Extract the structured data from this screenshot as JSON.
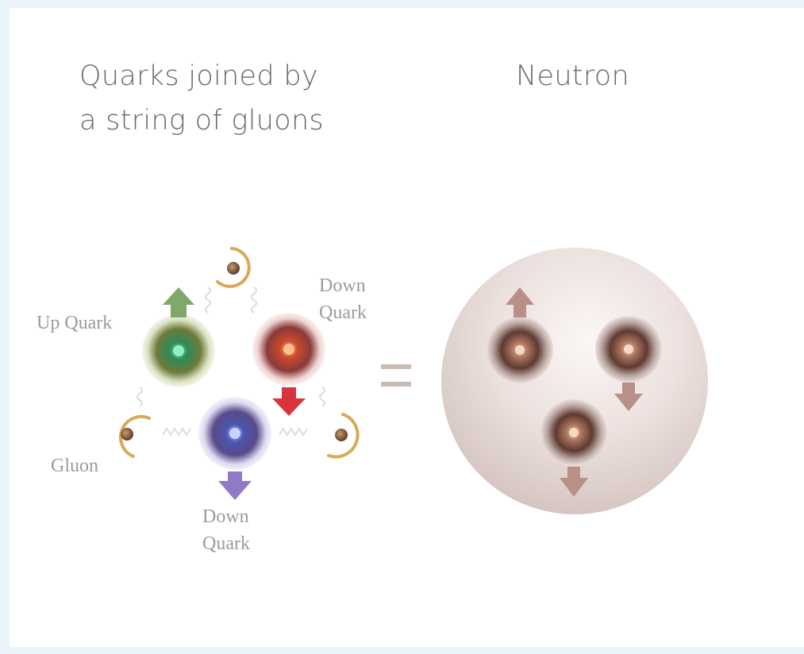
{
  "title_left": {
    "line1": "Quarks joined by",
    "line2": "a string of gluons"
  },
  "title_right": "Neutron",
  "labels": {
    "up_quark": "Up Quark",
    "down_quark_right": {
      "line1": "Down",
      "line2": "Quark"
    },
    "gluon": "Gluon",
    "down_quark_bottom": {
      "line1": "Down",
      "line2": "Quark"
    }
  },
  "symbol_equals": "=",
  "colors": {
    "background": "#e9f4fb",
    "panel": "#ffffff",
    "title_text": "#6b6b6b",
    "label_text": "#9b9b9b",
    "up_quark": "#3f8a4a",
    "down_quark_red": "#c23a2c",
    "down_quark_blue": "#4a4aa0",
    "gluon_ring": "#d9a954",
    "neutron": "#e9dcd9",
    "neutron_quark": "#7a4a3e"
  }
}
